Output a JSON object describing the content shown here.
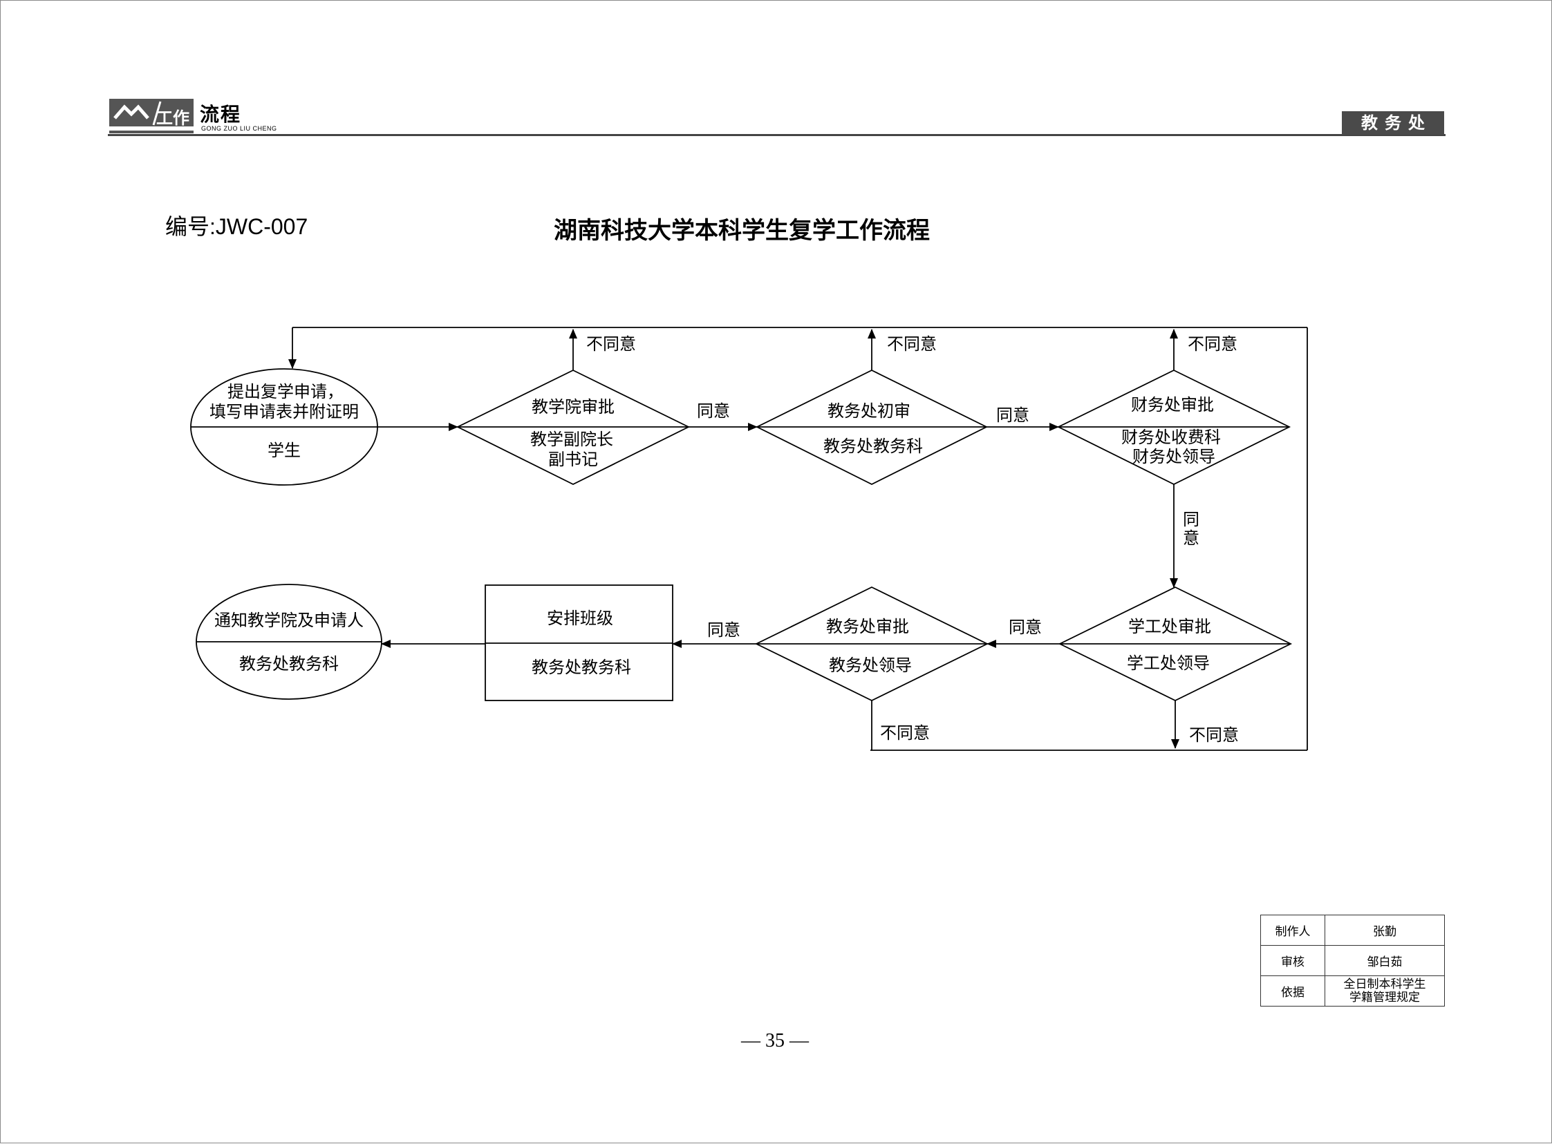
{
  "header": {
    "section_title": "工作流程",
    "logo_text": "工作",
    "section_title_rest": "流程",
    "pinyin": "GONG ZUO LIU CHENG",
    "department": "教务处"
  },
  "document": {
    "code": "编号:JWC-007",
    "title": "湖南科技大学本科学生复学工作流程"
  },
  "flow": {
    "start": {
      "line1": "提出复学申请，",
      "line2": "填写申请表并附证明",
      "role": "学生"
    },
    "step1": {
      "task": "教学院审批",
      "role_line1": "教学副院长",
      "role_line2": "副书记"
    },
    "step2": {
      "task": "教务处初审",
      "role": "教务处教务科"
    },
    "step3": {
      "task": "财务处审批",
      "role_line1": "财务处收费科",
      "role_line2": "财务处领导"
    },
    "step4": {
      "task": "学工处审批",
      "role": "学工处领导"
    },
    "step5": {
      "task": "教务处审批",
      "role": "教务处领导"
    },
    "step6": {
      "task": "安排班级",
      "role": "教务处教务科"
    },
    "end": {
      "task": "通知教学院及申请人",
      "role": "教务处教务科"
    },
    "labels": {
      "agree": "同意",
      "disagree": "不同意",
      "agree_v1": "同",
      "agree_v2": "意"
    }
  },
  "info_table": {
    "rows": [
      {
        "key": "制作人",
        "value": "张勤"
      },
      {
        "key": "审核",
        "value": "邹白茹"
      },
      {
        "key": "依据",
        "value_line1": "全日制本科学生",
        "value_line2": "学籍管理规定"
      }
    ]
  },
  "footer": {
    "page_number": "— 35 —"
  }
}
